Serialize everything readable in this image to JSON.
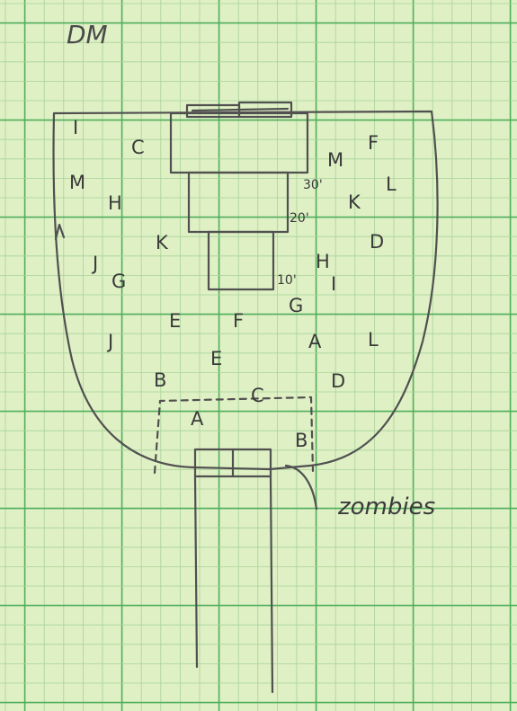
{
  "title": "DM",
  "callout": "zombies",
  "depth_markers": [
    "30'",
    "20'",
    "10'"
  ],
  "tokens": [
    "I",
    "C",
    "M",
    "H",
    "J",
    "G",
    "K",
    "J",
    "E",
    "F",
    "E",
    "B",
    "A",
    "C",
    "B",
    "M",
    "F",
    "L",
    "K",
    "D",
    "H",
    "I",
    "G",
    "A",
    "L",
    "D"
  ],
  "colors": {
    "paper": "#dff0c4",
    "grid_minor": "#a8d39a",
    "grid_major": "#4fae5c",
    "ink": "#505050"
  }
}
